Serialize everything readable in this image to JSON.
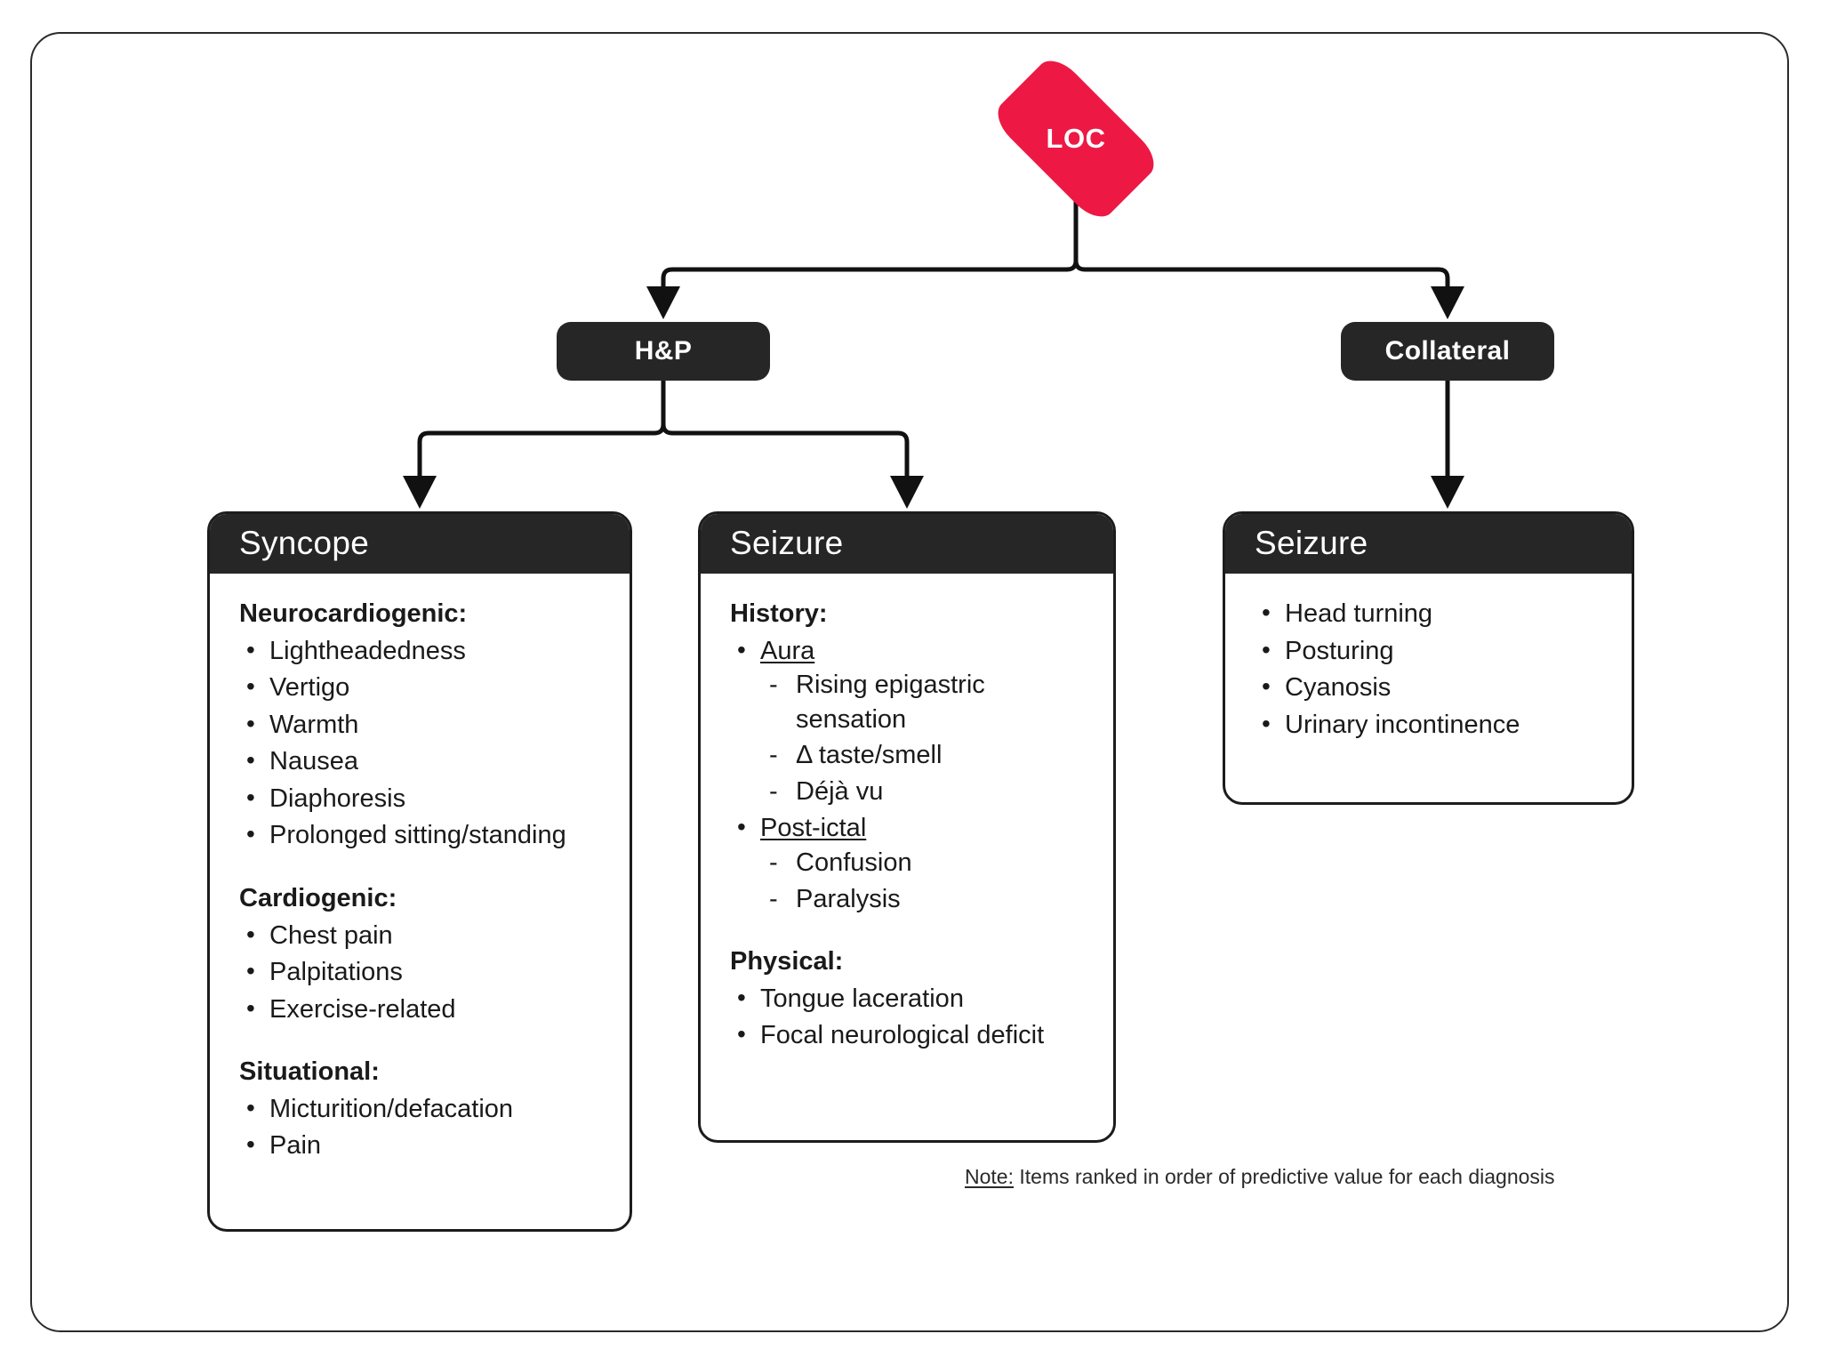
{
  "diagram": {
    "root": {
      "label": "LOC",
      "shape": "diamond",
      "color": "#ED1944",
      "text_color": "#FFFFFF"
    },
    "branches": [
      {
        "label": "H&P"
      },
      {
        "label": "Collateral"
      }
    ],
    "cards": [
      {
        "title": "Syncope",
        "groups": [
          {
            "title": "Neurocardiogenic:",
            "items": [
              {
                "text": "Lightheadedness"
              },
              {
                "text": "Vertigo"
              },
              {
                "text": "Warmth"
              },
              {
                "text": "Nausea"
              },
              {
                "text": "Diaphoresis"
              },
              {
                "text": "Prolonged sitting/standing"
              }
            ]
          },
          {
            "title": "Cardiogenic:",
            "items": [
              {
                "text": "Chest pain"
              },
              {
                "text": "Palpitations"
              },
              {
                "text": "Exercise-related"
              }
            ]
          },
          {
            "title": "Situational:",
            "items": [
              {
                "text": "Micturition/defacation"
              },
              {
                "text": "Pain"
              }
            ]
          }
        ]
      },
      {
        "title": "Seizure",
        "groups": [
          {
            "title": "History:",
            "items": [
              {
                "text": "Aura",
                "underline": true,
                "subitems": [
                  "Rising epigastric sensation",
                  "Δ taste/smell",
                  "Déjà vu"
                ]
              },
              {
                "text": "Post-ictal",
                "underline": true,
                "subitems": [
                  "Confusion",
                  "Paralysis"
                ]
              }
            ]
          },
          {
            "title": "Physical:",
            "items": [
              {
                "text": "Tongue laceration"
              },
              {
                "text": "Focal neurological deficit"
              }
            ]
          }
        ]
      },
      {
        "title": "Seizure",
        "groups": [
          {
            "title": "",
            "items": [
              {
                "text": "Head turning"
              },
              {
                "text": "Posturing"
              },
              {
                "text": "Cyanosis"
              },
              {
                "text": "Urinary incontinence"
              }
            ]
          }
        ]
      }
    ],
    "note": {
      "label": "Note:",
      "text": " Items ranked in order of predictive value for each diagnosis"
    }
  }
}
